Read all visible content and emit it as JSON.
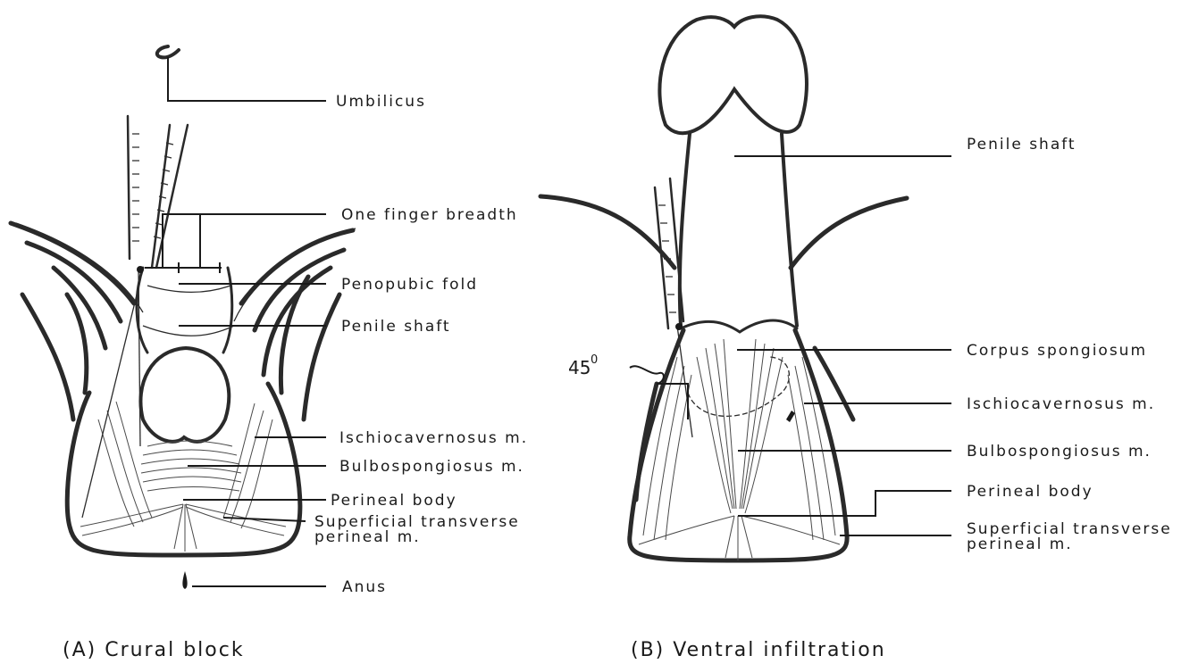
{
  "panel_a": {
    "caption": "(A) Crural block",
    "labels": {
      "umbilicus": "Umbilicus",
      "one_finger_breadth": "One finger breadth",
      "penopubic_fold": "Penopubic fold",
      "penile_shaft": "Penile shaft",
      "ischiocavernosus": "Ischiocavernosus m.",
      "bulbospongiosus": "Bulbospongiosus m.",
      "perineal_body": "Perineal body",
      "superficial_transverse_1": "Superficial transverse",
      "superficial_transverse_2": "perineal m.",
      "anus": "Anus"
    }
  },
  "panel_b": {
    "caption": "(B) Ventral infiltration",
    "angle": "45",
    "angle_sup": "0",
    "labels": {
      "penile_shaft": "Penile shaft",
      "corpus_spongiosum": "Corpus spongiosum",
      "ischiocavernosus": "Ischiocavernosus m.",
      "bulbospongiosus": "Bulbospongiosus m.",
      "perineal_body": "Perineal body",
      "superficial_transverse_1": "Superficial transverse",
      "superficial_transverse_2": "perineal m."
    }
  },
  "colors": {
    "ink": "#1a1a1a",
    "muscle": "#4a4a4a",
    "background": "#ffffff"
  }
}
